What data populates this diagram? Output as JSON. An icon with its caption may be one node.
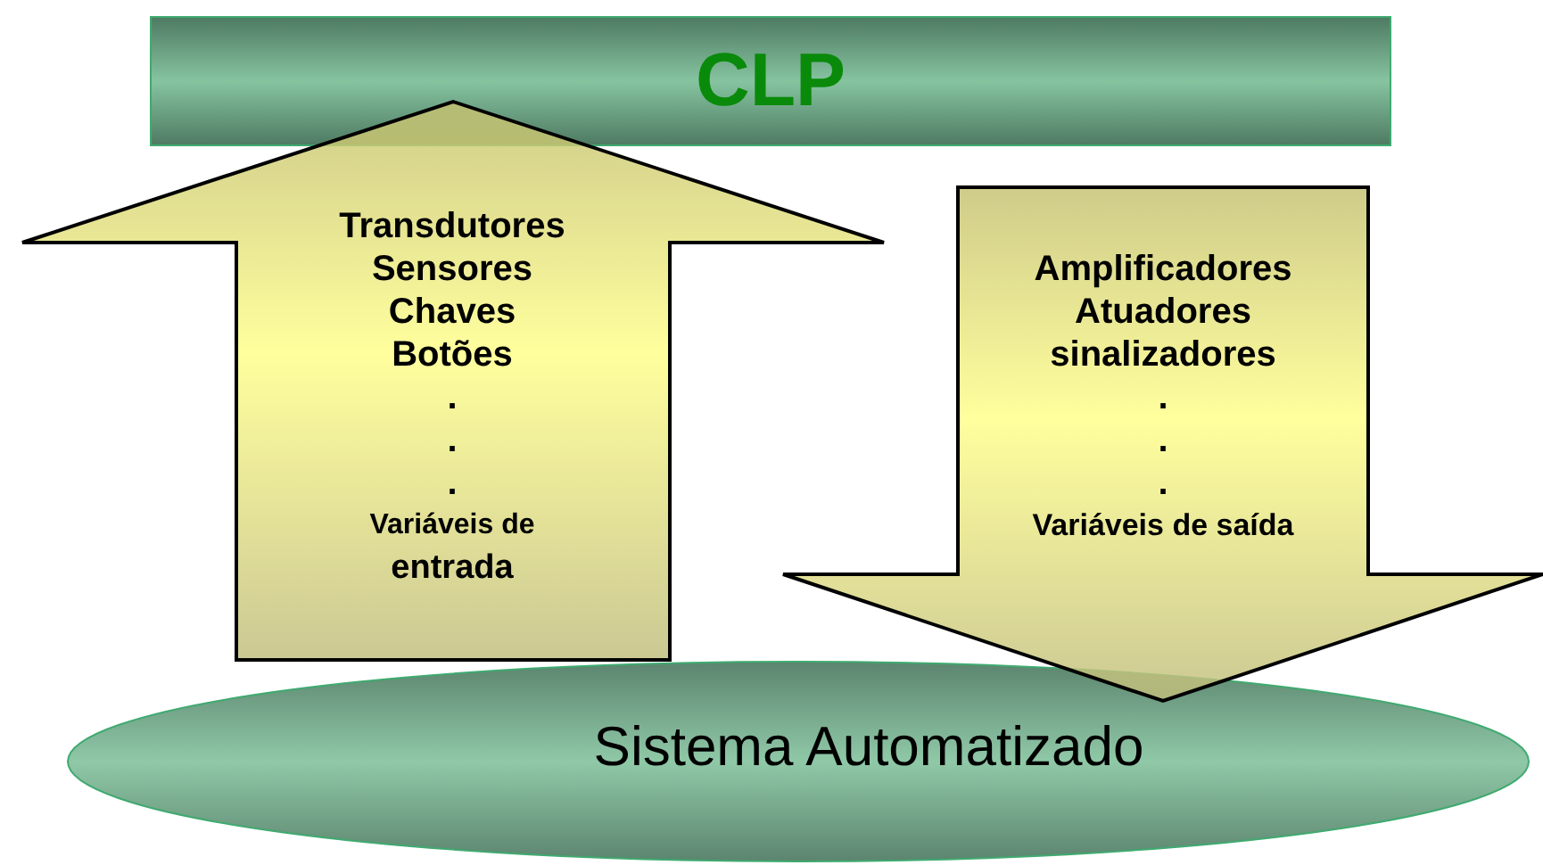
{
  "diagram": {
    "nodes": [
      {
        "text": [
          "CLP"
        ]
      },
      {
        "text": [
          "Transdutores",
          "Sensores",
          "Chaves",
          "Botões",
          ".",
          ".",
          ".",
          "Variáveis de",
          "entrada"
        ]
      },
      {
        "text": [
          "Amplificadores",
          "Atuadores",
          "sinalizadores",
          ".",
          ".",
          ".",
          "Variáveis de saída"
        ]
      },
      {
        "text": [
          "Sistema Automatizado"
        ]
      }
    ],
    "edges": [
      {
        "from": 3,
        "to": 0,
        "arrow": "to"
      },
      {
        "from": 0,
        "to": 3,
        "arrow": "to"
      }
    ]
  }
}
